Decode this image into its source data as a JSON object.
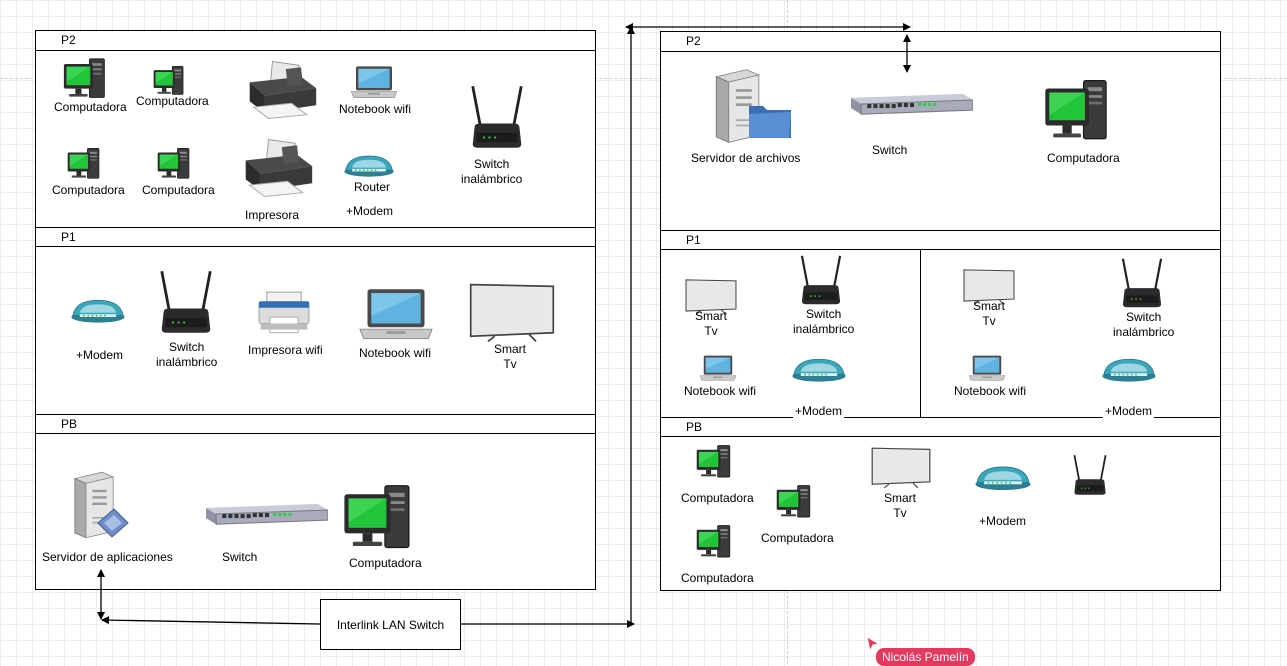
{
  "left_building": {
    "p2": {
      "header": "P2",
      "computer_labels": [
        "Computadora",
        "Computadora",
        "Computadora",
        "Computadora"
      ],
      "printer_label": "Impresora",
      "notebook_label": "Notebook wifi",
      "router_label": "Router",
      "modem_label": "+Modem",
      "switch_label_line1": "Switch",
      "switch_label_line2": "inalámbrico"
    },
    "p1": {
      "header": "P1",
      "modem_label": "+Modem",
      "switch_label_line1": "Switch",
      "switch_label_line2": "inalámbrico",
      "printer_label": "Impresora wifi",
      "notebook_label": "Notebook wifi",
      "tv_label_line1": "Smart",
      "tv_label_line2": "Tv"
    },
    "pb": {
      "header": "PB",
      "server_label": "Servidor de aplicaciones",
      "switch_label": "Switch",
      "computer_label": "Computadora"
    }
  },
  "right_building": {
    "p2": {
      "header": "P2",
      "server_label": "Servidor de archivos",
      "switch_label": "Switch",
      "computer_label": "Computadora"
    },
    "p1": {
      "header": "P1",
      "left_room": {
        "tv_line1": "Smart",
        "tv_line2": "Tv",
        "switch_line1": "Switch",
        "switch_line2": "inalámbrico",
        "notebook": "Notebook wifi",
        "modem": "+Modem"
      },
      "right_room": {
        "tv_line1": "Smart",
        "tv_line2": "Tv",
        "switch_line1": "Switch",
        "switch_line2": "inalámbrico",
        "notebook": "Notebook wifi",
        "modem": "+Modem"
      }
    },
    "pb": {
      "header": "PB",
      "computer_labels": [
        "Computadora",
        "Computadora",
        "Computadora"
      ],
      "tv_line1": "Smart",
      "tv_line2": "Tv",
      "modem_label": "+Modem"
    }
  },
  "interlink": {
    "label": "Interlink LAN Switch"
  },
  "collaborator": {
    "name": "Nicolás Pamelín",
    "color": "#e23a5e"
  },
  "colors": {
    "screen_green": "#22c43a",
    "modem_teal": "#3aa6b9",
    "line": "#000000"
  }
}
